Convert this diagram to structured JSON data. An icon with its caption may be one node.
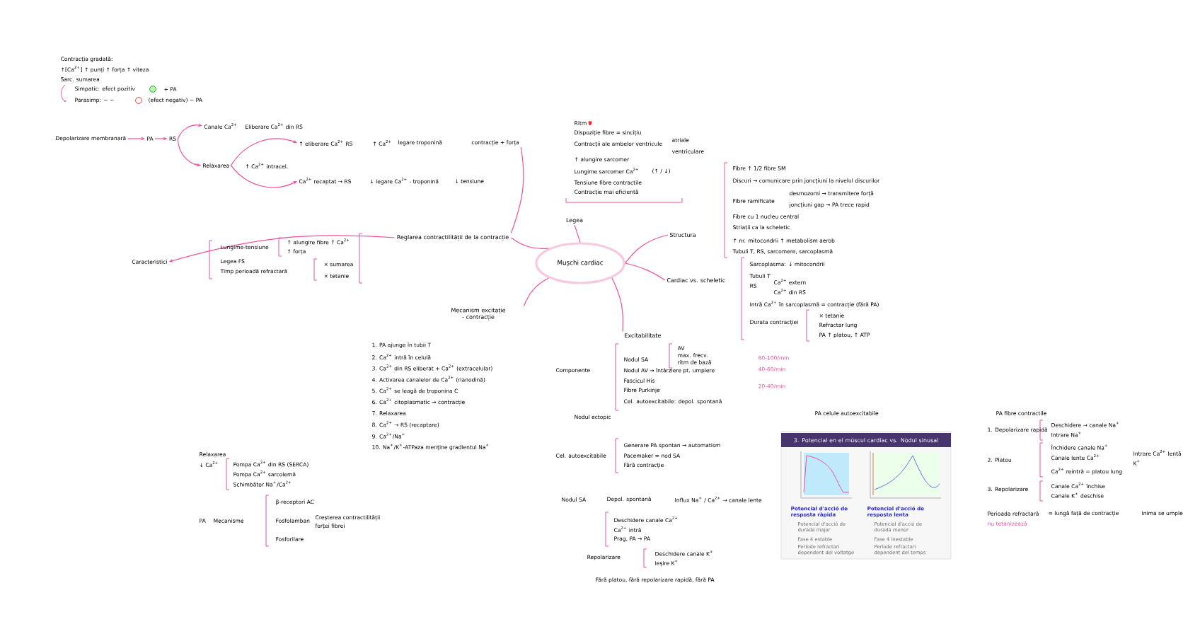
{
  "diagram": {
    "nodes": [
      {
        "text": [
          "Mușchi cardiac"
        ]
      },
      {
        "text": [
          "Legea"
        ]
      },
      {
        "text": [
          "Structura"
        ]
      },
      {
        "text": [
          "Cardiac vs. scheletic"
        ]
      },
      {
        "text": [
          "Excitabilitate"
        ]
      },
      {
        "text": [
          "Mecanism excitație - contracție"
        ]
      },
      {
        "text": [
          "Reglarea contractilității de la contracție"
        ]
      },
      {
        "text": [
          "Depolarizare membranară"
        ]
      },
      {
        "text": [
          "PA"
        ]
      },
      {
        "text": [
          "RS"
        ]
      },
      {
        "text": [
          "Canale Ca$^{2+}$"
        ],
        "beside": [
          "Eliberare Ca$^{2+}$ din RS"
        ]
      },
      {
        "text": [
          "Relaxarea"
        ],
        "beside": [
          "↑ Ca$^{2+}$ intracel."
        ]
      },
      {
        "text": [
          "↑ eliberare Ca$^{2+}$ RS"
        ],
        "beside": [
          "↑ Ca$^{2+}$",
          "legare troponină"
        ]
      },
      {
        "text": [
          "Ca$^{2+}$ recaptat → RS"
        ],
        "beside": [
          "↓ legare Ca$^{2+}$ - troponină",
          "↓ tensiune"
        ]
      },
      {
        "text": [
          "Caracteristici"
        ]
      },
      {
        "text": [
          "3. Potencial en el múscul cardiac vs. Nòdul sinusal"
        ]
      },
      {
        "text": [
          "contracție + forța"
        ]
      }
    ],
    "edges": [
      {
        "from": 0,
        "to": 1,
        "arrow": "none"
      },
      {
        "from": 0,
        "to": 2,
        "arrow": "none"
      },
      {
        "from": 0,
        "to": 3,
        "arrow": "none"
      },
      {
        "from": 0,
        "to": 4,
        "arrow": "none"
      },
      {
        "from": 0,
        "to": 5,
        "arrow": "none"
      },
      {
        "from": 0,
        "to": 6,
        "arrow": "none"
      },
      {
        "from": 6,
        "to": 14,
        "arrow": "to"
      },
      {
        "from": 16,
        "to": 6,
        "arrow": "none"
      },
      {
        "from": 7,
        "to": 8,
        "arrow": "to"
      },
      {
        "from": 8,
        "to": 9,
        "arrow": "to"
      },
      {
        "from": 9,
        "to": 10,
        "arrow": "to"
      },
      {
        "from": 9,
        "to": 11,
        "arrow": "to"
      },
      {
        "from": 11,
        "to": 12,
        "arrow": "to"
      },
      {
        "from": 11,
        "to": 13,
        "arrow": "to"
      }
    ],
    "labels": [
      "Contracția gradată:",
      "↑[Ca$^{2+}$] ↑ punți ↑ forța ↑ viteza",
      "Sarc. sumarea",
      "Simpatic: efect pozitiv",
      "+ PA",
      "Parasimp: − −",
      "(efect negativ) − PA",
      "Ritm",
      "Dispoziție fibre = sincițiu",
      "Contracții ale ambelor ventricule",
      "atriale",
      "ventriculare",
      "↑ alungire sarcomer",
      "Lungime sarcomer Ca$^{2+}$",
      "(↑ / ↓)",
      "Tensiune fibre contractile",
      "Contracție mai eficientă",
      "Fibre ↑ 1/2 fibre SM",
      "Discuri → comunicare prin joncțiuni la nivelul discurilor",
      "Fibre ramificate",
      "desmozomi → transmitere forță",
      "joncțiuni gap → PA trece rapid",
      "Fibre cu 1 nucleu central",
      "Striații ca la scheletic",
      "↑ nr. mitocondrii ↑ metabolism aerob",
      "Tubuli T, RS, sarcomere, sarcoplasmă",
      "Sarcoplasma: ↓ mitocondrii",
      "Tubuli T",
      "RS",
      "Ca$^{2+}$ extern",
      "Ca$^{2+}$ din RS",
      "Intră Ca$^{2+}$ în sarcoplasmă = contracție (fără PA)",
      "Durata contracției",
      "× tetanie",
      "Refractar lung",
      "PA ↑ platou, ↑ ATP",
      "Lungime-tensiune",
      "↑ alungire fibre ↑ Ca$^{2+}$",
      "↑ forța",
      "Legea FS",
      "Timp perioadă refractară",
      "× sumarea",
      "× tetanie",
      "1. PA ajunge în tubii T",
      "2. Ca$^{2+}$ intră în celulă",
      "3. Ca$^{2+}$ din RS eliberat + Ca$^{2+}$ (extracelular)",
      "4. Activarea canalelor de Ca$^{2+}$ (rianodină)",
      "5. Ca$^{2+}$ se leagă de troponina C",
      "6. Ca$^{2+}$ citoplasmatic → contracție",
      "7. Relaxarea",
      "8. Ca$^{2+}$ → RS (recaptare)",
      "9. Ca$^{2+}$/Na$^{+}$",
      "10. Na$^{+}$/K$^{+}$-ATPaza menține gradientul Na$^{+}$",
      "Componente",
      "Nodul SA",
      "AV",
      "max. frecv.",
      "ritm de bază",
      "Nodul AV → întârziere pt. umplere",
      "Fascicul His",
      "Fibre Purkinje",
      "Cel. autoexcitabile: depol. spontană",
      "Nodul ectopic",
      "Cel. autoexcitabile",
      "Generare PA spontan → automatism",
      "Pacemaker = nod SA",
      "Fără contracție",
      "Nodul SA",
      "Depol. spontană",
      "Influx Na$^{+}$ / Ca$^{2+}$ → canale lente",
      "Deschidere canale Ca$^{2+}$",
      "Ca$^{2+}$ intră",
      "Prag, PA → PA",
      "Repolarizare",
      "Deschidere canale K$^{+}$",
      "Ieșire K$^{+}$",
      "Fără platou, fără repolarizare rapidă, fără PA",
      "60-100/min",
      "40-60/min",
      "20-40/min",
      "PA celule autoexcitabile",
      "PA fibre contractile",
      "1. Depolarizare rapidă",
      "Deschidere → canale Na$^{+}$",
      "Intrare Na$^{+}$",
      "2. Platou",
      "Închidere canale Na$^{+}$",
      "Canale lente Ca$^{2+}$",
      "Intrare Ca$^{2+}$ lentă",
      "K$^{+}$",
      "Ca$^{2+}$ reintră = platou lung",
      "3. Repolarizare",
      "Canale Ca$^{2+}$ închise",
      "Canale K$^{+}$ deschise",
      "Perioada refractară",
      "= lungă față de contracție",
      "nu tetanizează",
      "inima se umple",
      "Relaxarea",
      "↓ Ca$^{2+}$",
      "Pompa Ca$^{2+}$ din RS (SERCA)",
      "Pompa Ca$^{2+}$ sarcolemă",
      "Schimbător Na$^{+}$/Ca$^{2+}$",
      "PA",
      "Mecanisme",
      "β-receptori AC",
      "Fosfolamban",
      "Creșterea contractilității",
      "forței fibrei",
      "Fosforilare",
      "Potencial d'acció de resposta ràpida",
      "Potencial d'acció de durada major",
      "Fase 4 estable",
      "Període refractari dependent del voltatge",
      "Potencial d'acció de resposta lenta",
      "Potencial d'acció de durada menor",
      "Fase 4 inestable",
      "Període refractari dependent del temps"
    ]
  }
}
